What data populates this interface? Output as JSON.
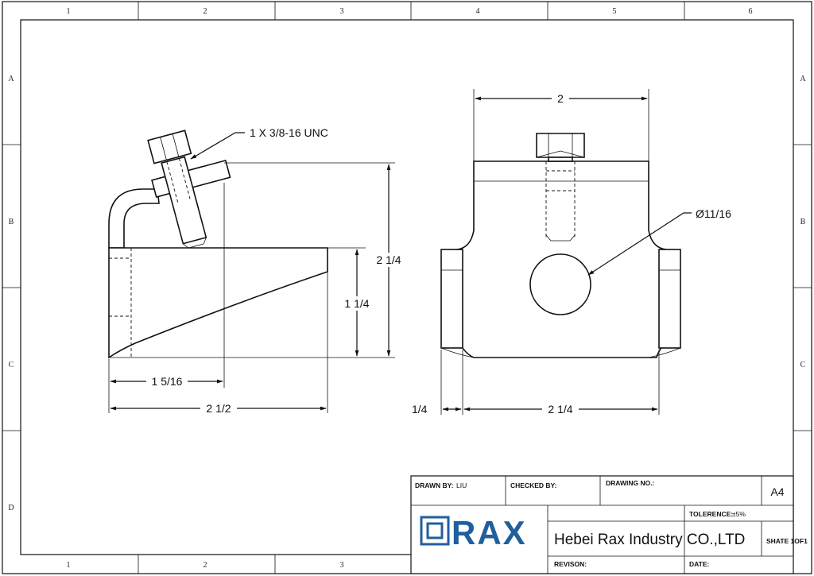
{
  "zones": {
    "columns": [
      "1",
      "2",
      "3",
      "4",
      "5",
      "6"
    ],
    "rows": [
      "A",
      "B",
      "C",
      "D"
    ]
  },
  "side_view": {
    "thread_note": "1 X 3/8-16 UNC",
    "dim_height_total": "2 1/4",
    "dim_height_body": "1 1/4",
    "dim_offset": "1 5/16",
    "dim_length": "2 1/2"
  },
  "front_view": {
    "dim_top_width": "2",
    "dim_hole": "Ø11/16",
    "dim_flange": "1/4",
    "dim_body_width": "2 1/4"
  },
  "title_block": {
    "drawn_by_label": "DRAWN BY:",
    "drawn_by_value": "LIU",
    "checked_by_label": "CHECKED BY:",
    "drawing_no_label": "DRAWING NO.:",
    "sheet_size": "A4",
    "tolerance_label": "TOLERENCE:",
    "tolerance_value": "±5%",
    "logo_text": "RAX",
    "company": "Hebei Rax Industry CO.,LTD",
    "sheet": "SHATE 1OF1",
    "revision_label": "REVISON:",
    "date_label": "DATE:"
  },
  "colors": {
    "logo": "#1f5f9e",
    "ink": "#111111"
  }
}
